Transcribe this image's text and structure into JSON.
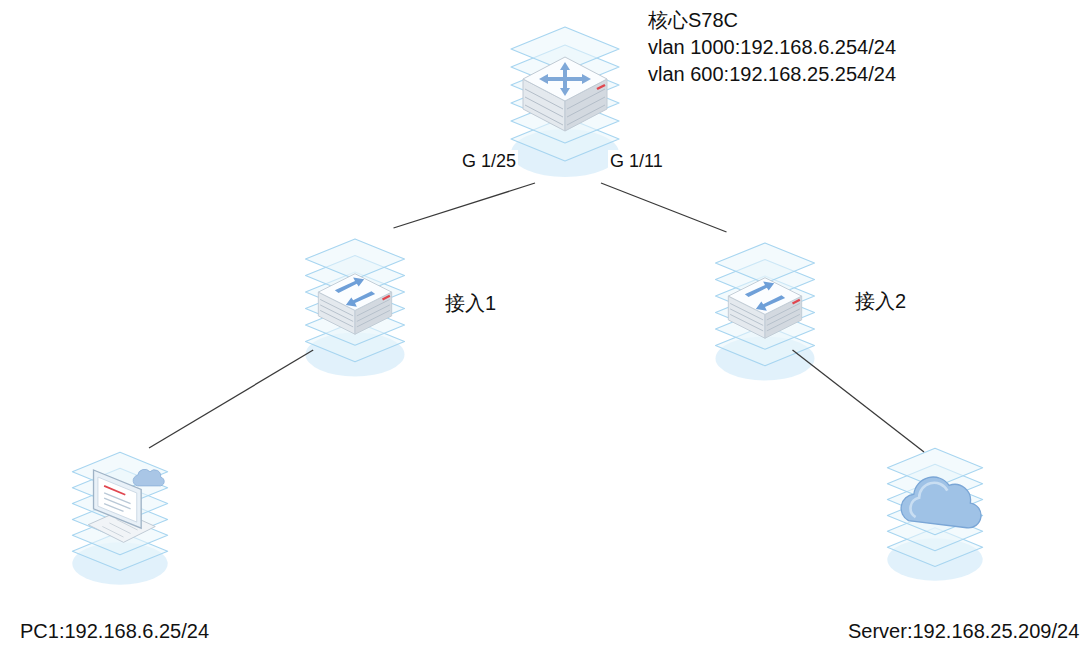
{
  "diagram": {
    "nodes": [
      {
        "text": [
          "核心S78C",
          "vlan 1000:192.168.6.254/24",
          "vlan 600:192.168.25.254/24"
        ]
      },
      {
        "text": [
          "接入1"
        ]
      },
      {
        "text": [
          "接入2"
        ]
      },
      {
        "text": [
          "PC1:192.168.6.25/24"
        ]
      },
      {
        "text": [
          "Server:192.168.25.209/24"
        ]
      }
    ],
    "edges": [
      {
        "from": 0,
        "to": 1,
        "arrow": "none"
      },
      {
        "from": 0,
        "to": 2,
        "arrow": "none"
      },
      {
        "from": 1,
        "to": 3,
        "arrow": "none"
      },
      {
        "from": 2,
        "to": 4,
        "arrow": "none"
      }
    ],
    "labels": [
      "G 1/25",
      "G 1/11"
    ]
  }
}
